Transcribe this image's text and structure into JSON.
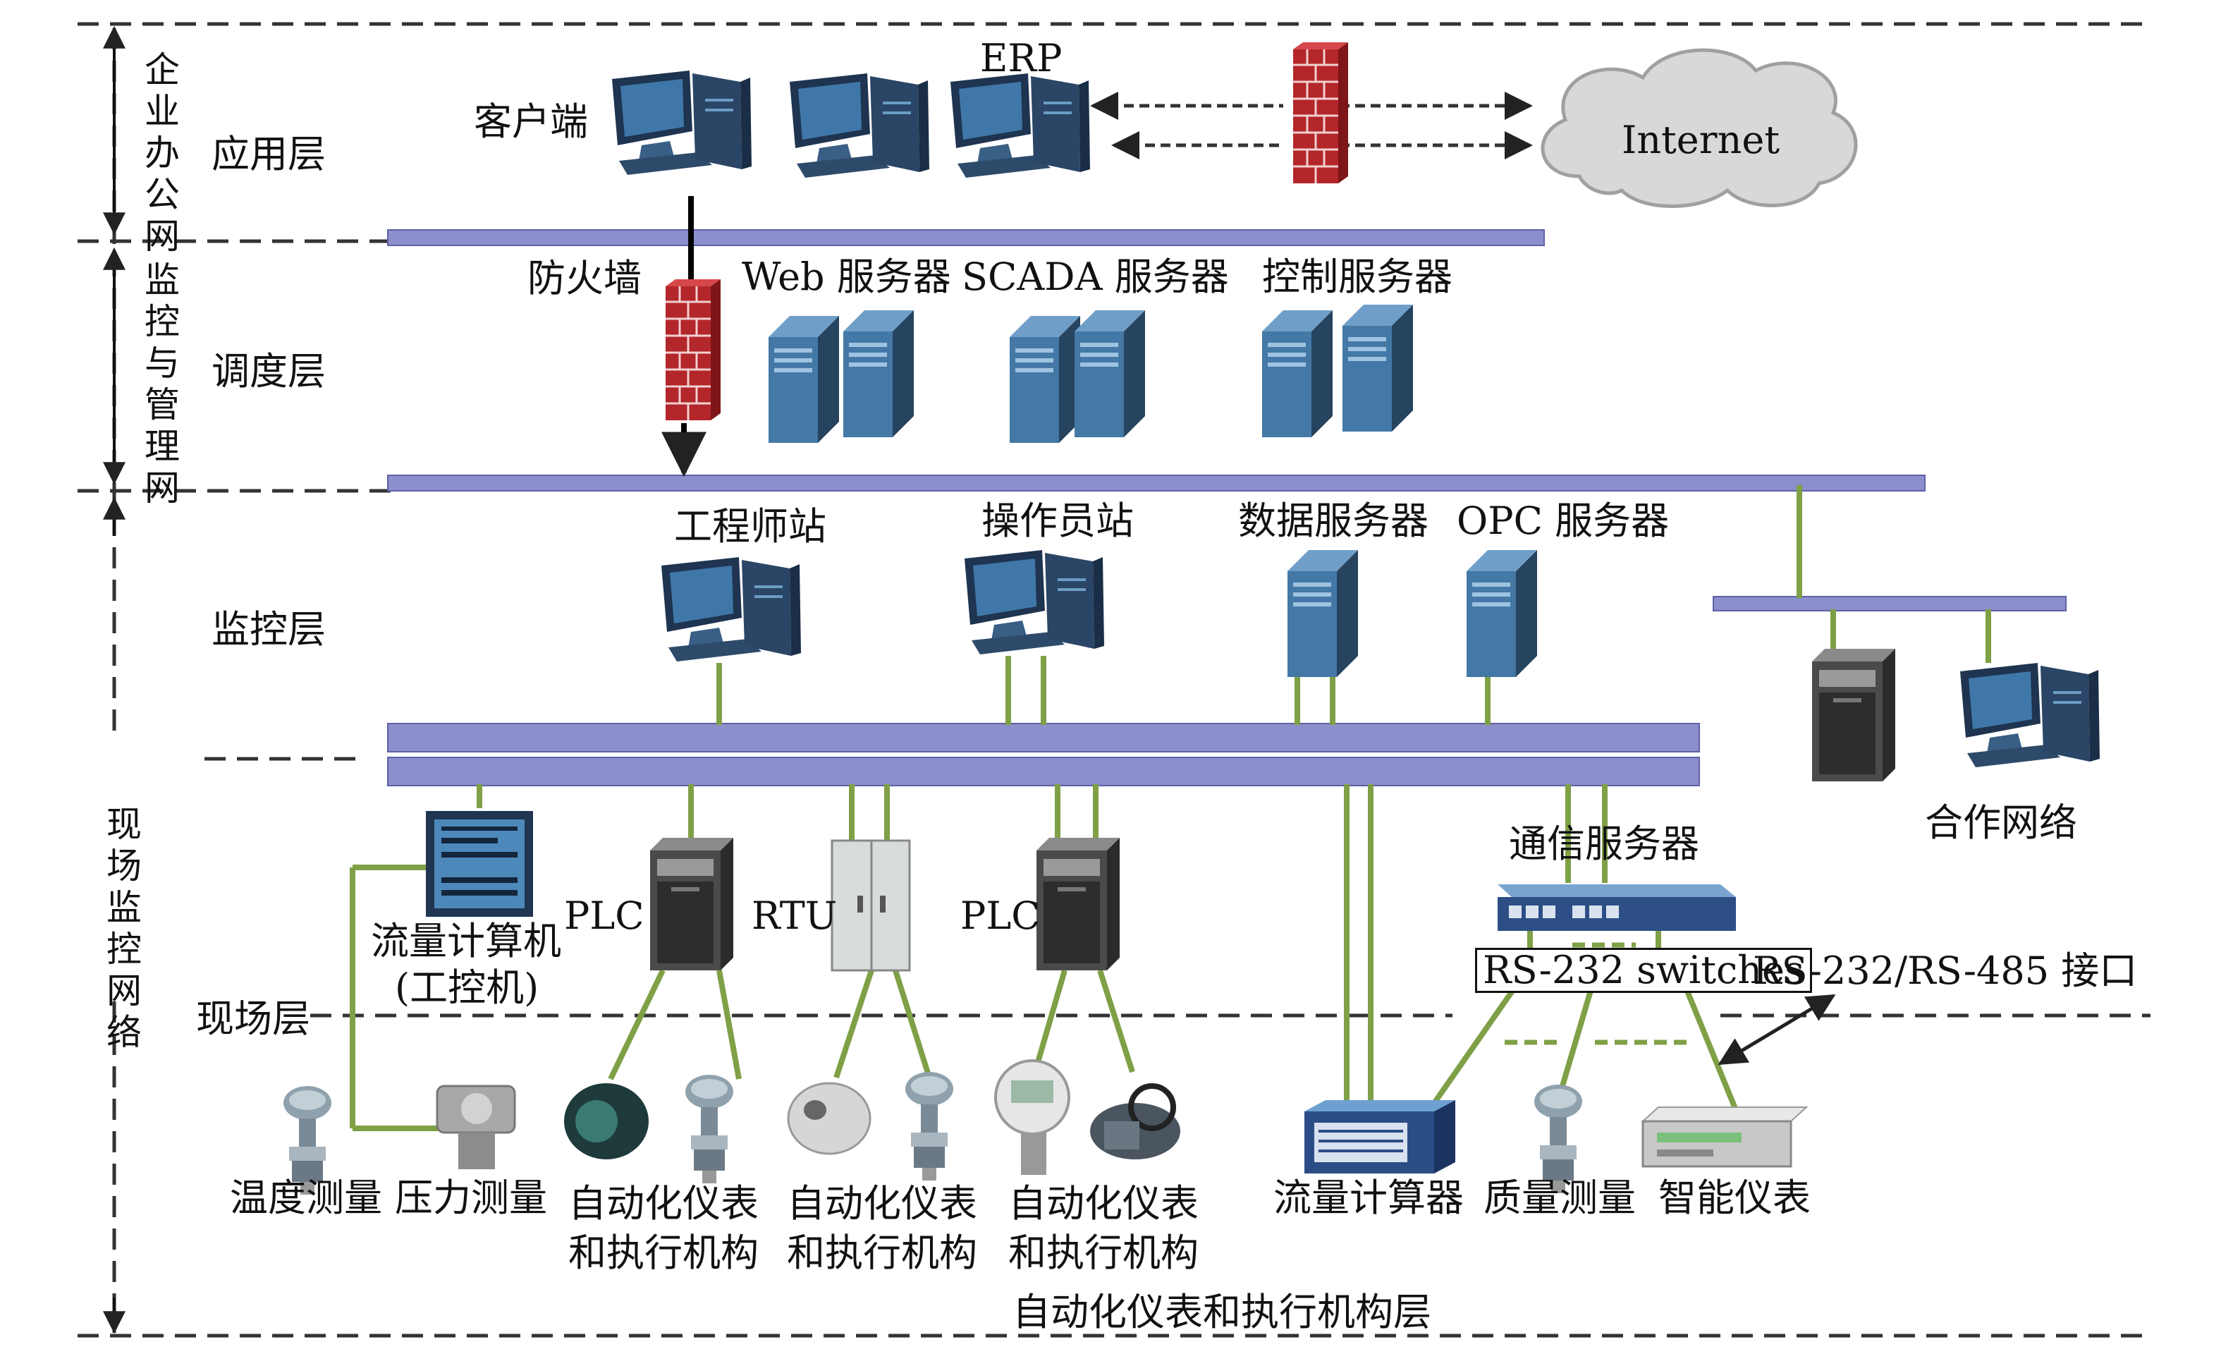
{
  "layers": {
    "enterprise_office_net": "企业办公网",
    "monitor_mgmt_net": "监控与管理网",
    "field_monitor_net": "现场监控网络",
    "application": "应用层",
    "dispatch": "调度层",
    "monitoring": "监控层",
    "field": "现场层",
    "instrument_actuator": "自动化仪表和执行机构层"
  },
  "app_layer": {
    "client": "客户端",
    "erp": "ERP",
    "internet": "Internet"
  },
  "dispatch_layer": {
    "firewall": "防火墙",
    "web_server": "Web 服务器",
    "scada_server": "SCADA 服务器",
    "control_server": "控制服务器"
  },
  "monitor_layer": {
    "engineer_station": "工程师站",
    "operator_station": "操作员站",
    "data_server": "数据服务器",
    "opc_server": "OPC 服务器",
    "partner_network": "合作网络"
  },
  "field_layer": {
    "flow_computer_ipc_1": "流量计算机",
    "flow_computer_ipc_2": "(工控机)",
    "plc_left": "PLC",
    "rtu": "RTU",
    "plc_right": "PLC",
    "comm_server": "通信服务器",
    "rs232_switches": "RS-232 switches",
    "rs_interface": "RS-232/RS-485 接口"
  },
  "instrument_layer": {
    "temp_measure": "温度测量",
    "pressure_measure": "压力测量",
    "auto_inst_1a": "自动化仪表",
    "auto_inst_1b": "和执行机构",
    "auto_inst_2a": "自动化仪表",
    "auto_inst_2b": "和执行机构",
    "auto_inst_3a": "自动化仪表",
    "auto_inst_3b": "和执行机构",
    "flow_calculator": "流量计算器",
    "mass_measure": "质量测量",
    "smart_meter": "智能仪表"
  },
  "colors": {
    "bus": "#8c8fcb",
    "bus_edge": "#5d61a6",
    "link_green": "#7fa046",
    "device_blue": "#3d6f9a",
    "device_dark": "#1f3550",
    "firewall_red": "#b3262a",
    "dashed": "#333333"
  }
}
